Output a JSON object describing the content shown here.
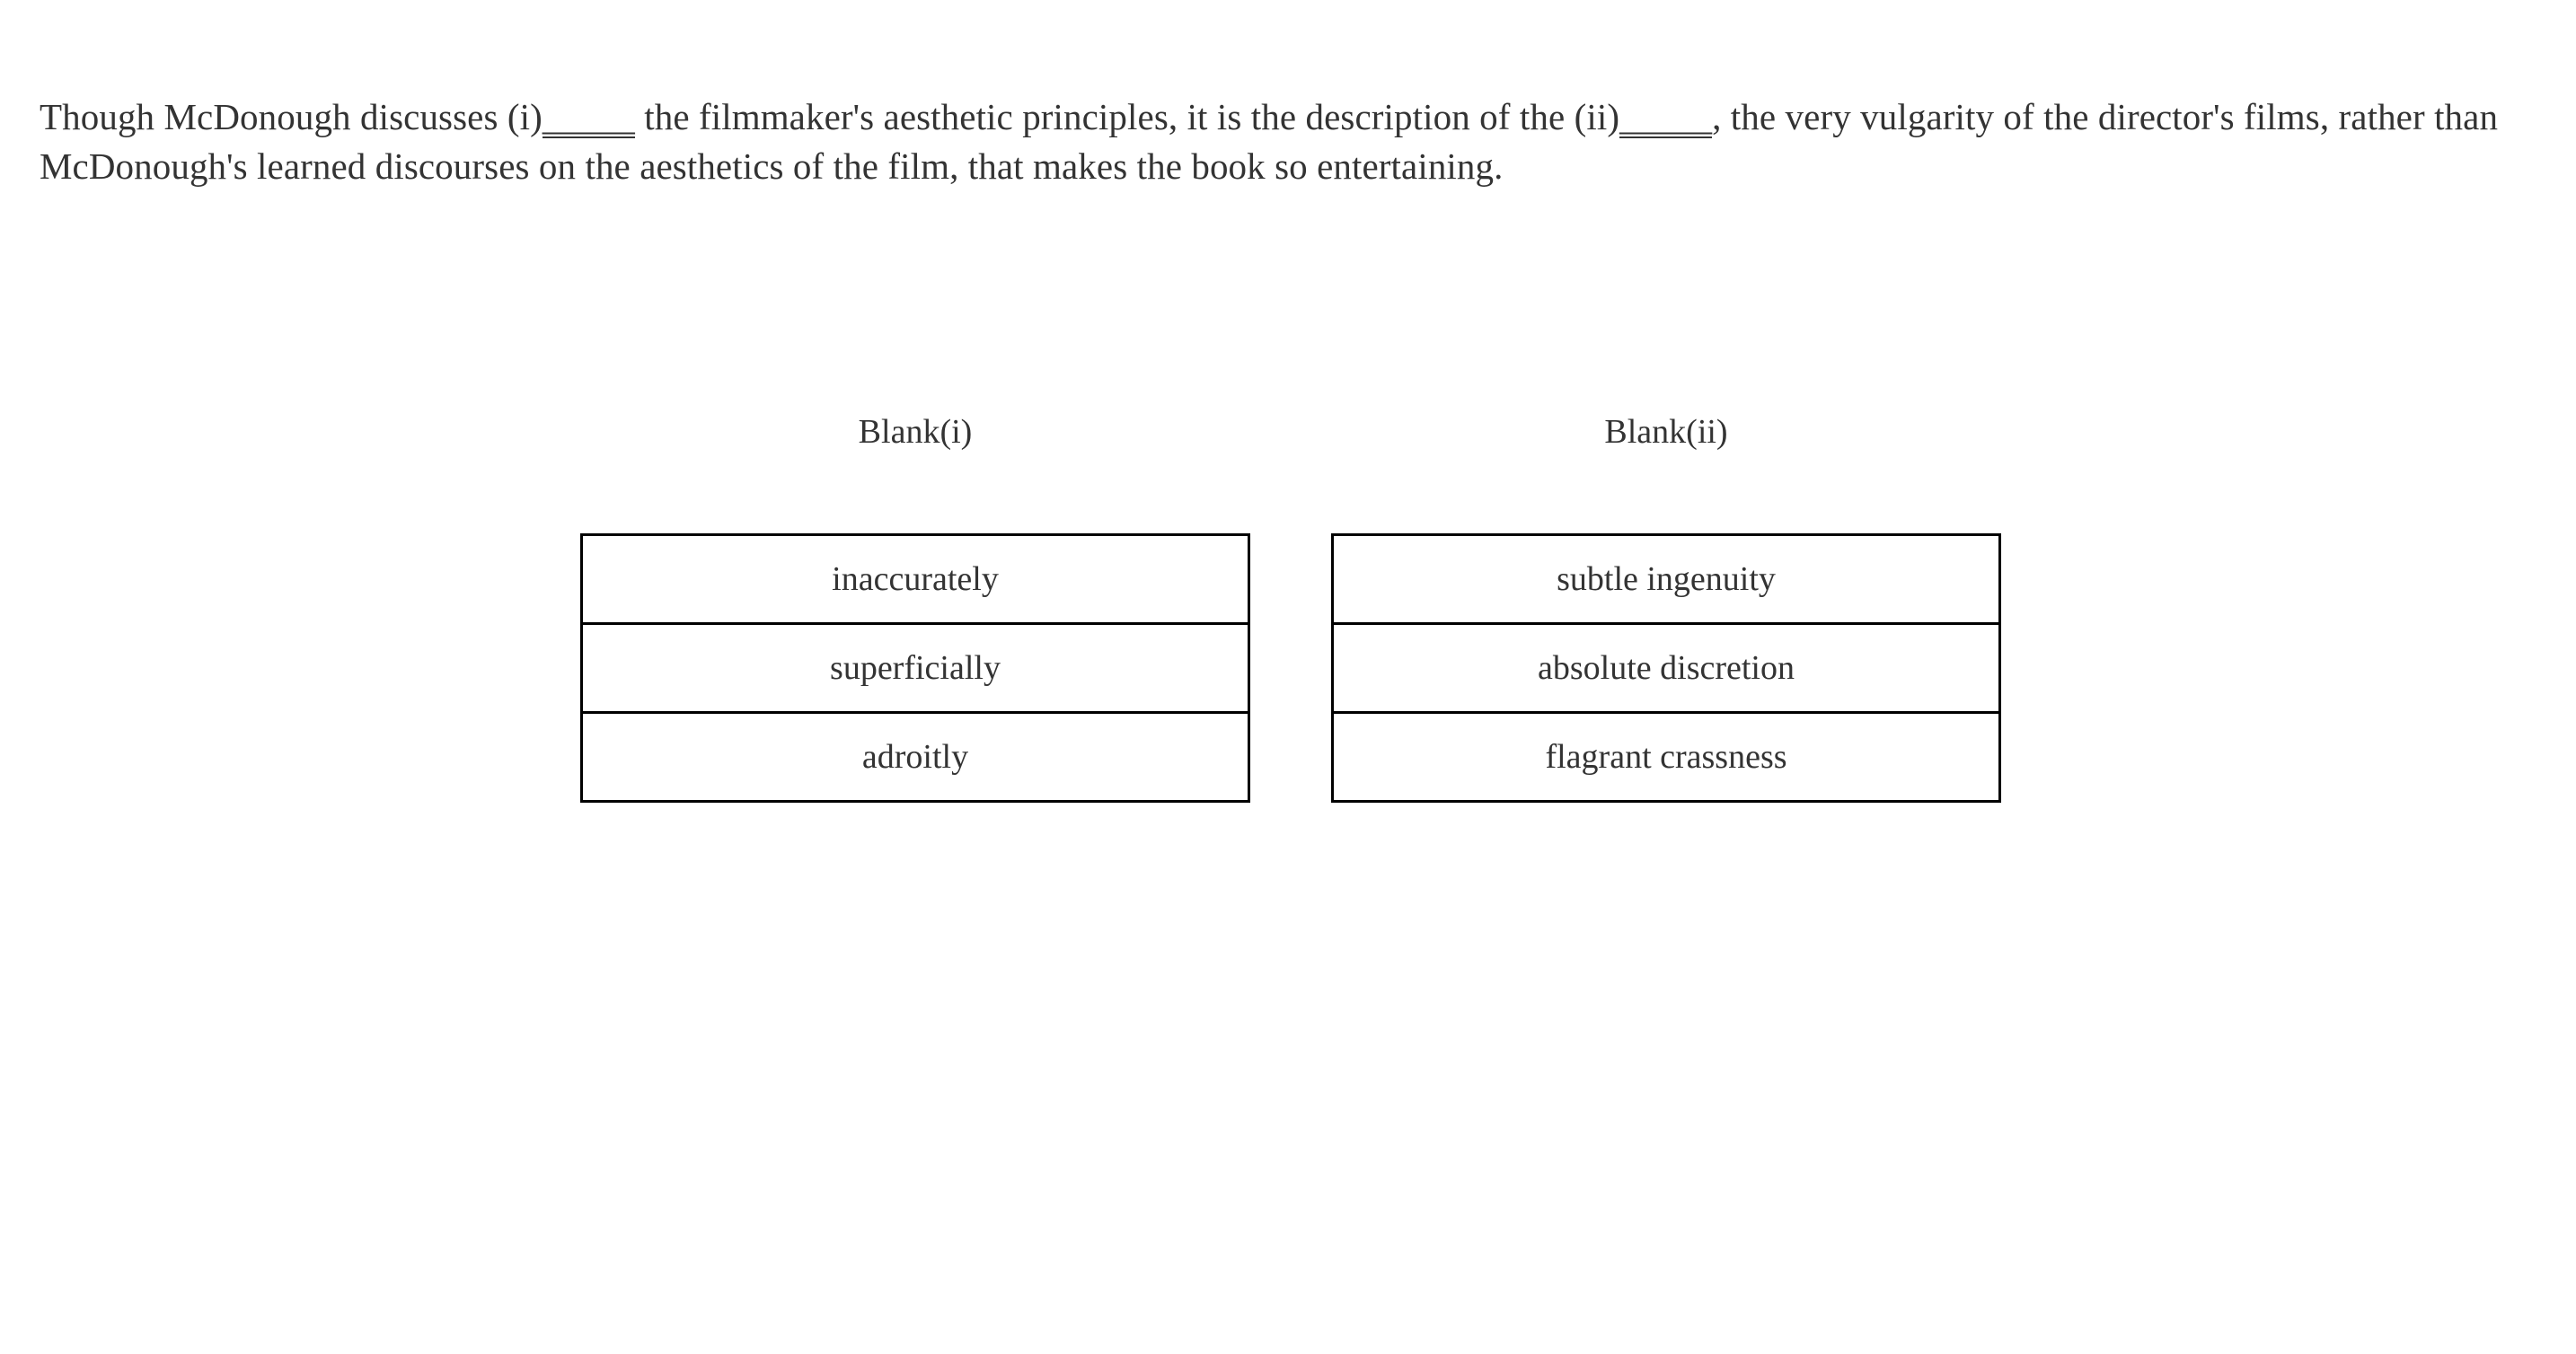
{
  "passage": {
    "segment_1": "Though McDonough discusses (i)",
    "blank_1": "_____",
    "segment_2": " the filmmaker's aesthetic principles, it is the description of the (ii)",
    "blank_2": "_____",
    "segment_3": ", the very vulgarity of the director's films, rather than McDonough's learned discourses on the aesthetics of the film, that makes the book so entertaining.",
    "full_text": "Though McDonough discusses (i)_____ the filmmaker's aesthetic principles, it is the description of the (ii)_____, the very vulgarity of the director's films, rather than McDonough's learned discourses on the aesthetics of the film, that makes the book so entertaining."
  },
  "answer_groups": [
    {
      "header": "Blank(i)",
      "options": [
        "inaccurately",
        "superficially",
        "adroitly"
      ]
    },
    {
      "header": "Blank(ii)",
      "options": [
        "subtle ingenuity",
        "absolute discretion",
        "flagrant crassness"
      ]
    }
  ],
  "colors": {
    "text": "#333333",
    "border": "#000000",
    "background": "#ffffff"
  }
}
